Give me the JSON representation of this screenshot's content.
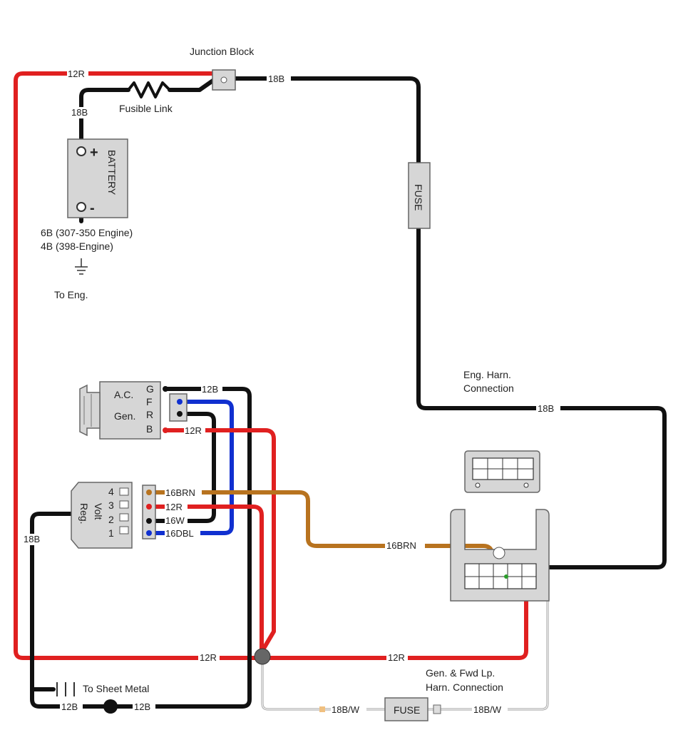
{
  "labels": {
    "junction_block": "Junction Block",
    "fusible_link": "Fusible Link",
    "battery": "BATTERY",
    "battery_plus": "+",
    "battery_minus": "-",
    "engine_line1": "6B (307-350 Engine)",
    "engine_line2": "4B (398-Engine)",
    "to_eng": "To Eng.",
    "fuse_top": "FUSE",
    "fuse_bottom": "FUSE",
    "eng_harn_line1": "Eng. Harn.",
    "eng_harn_line2": "Connection",
    "ac_gen_line1": "A.C.",
    "ac_gen_line2": "Gen.",
    "volt_reg_line1": "Volt",
    "volt_reg_line2": "Reg.",
    "gen_fwd_line1": "Gen. & Fwd Lp.",
    "gen_fwd_line2": "Harn. Connection",
    "to_sheet_metal": "To Sheet Metal"
  },
  "generator_terminals": [
    "G",
    "F",
    "R",
    "B"
  ],
  "regulator_terminals": [
    "4",
    "3",
    "2",
    "1"
  ],
  "wires": {
    "w12r_top": "12R",
    "w18b_top": "18B",
    "w18b_batt": "18B",
    "w12b_gen": "12B",
    "w12r_gen": "12R",
    "w16brn_reg": "16BRN",
    "w12r_reg": "12R",
    "w16w_reg": "16W",
    "w16dbl_reg": "16DBL",
    "w18b_reg": "18B",
    "w18b_harn": "18B",
    "w16brn_mid": "16BRN",
    "w12r_bottom_left": "12R",
    "w12r_bottom_right": "12R",
    "w12b_bottom_left": "12B",
    "w12b_bottom_right": "12B",
    "w18bw_left": "18B/W",
    "w18bw_right": "18B/W"
  },
  "colors": {
    "red": "#e02020",
    "black": "#111111",
    "blue": "#1030d0",
    "brown": "#b8731f",
    "gray": "#999999"
  }
}
